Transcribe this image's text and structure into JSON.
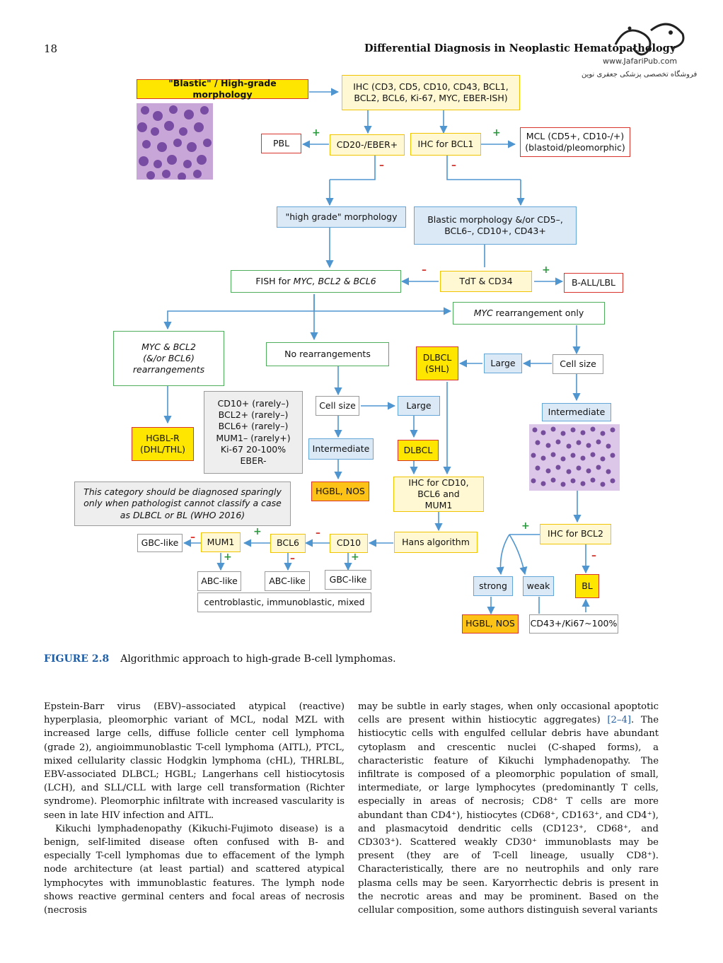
{
  "header": {
    "page_number": "18",
    "running_title": "Differential Diagnosis in Neoplastic Hematopathology",
    "watermark_url": "www.JafariPub.com",
    "watermark_text": "فروشگاه تخصصی پزشکی جعفری نوین"
  },
  "flowchart": {
    "blastic": "\"Blastic\" / High-grade morphology",
    "ihc_panel": "IHC (CD3, CD5, CD10, CD43, BCL1, BCL2, BCL6, Ki-67, MYC, EBER-ISH)",
    "pbl": "PBL",
    "cd20_eber": "CD20-/EBER+",
    "ihc_bcl1": "IHC for BCL1",
    "mcl": "MCL (CD5+, CD10-/+) (blastoid/pleomorphic)",
    "high_grade_morph": "\"high grade\" morphology",
    "blastic_morph": "Blastic morphology &/or CD5–, BCL6–, CD10+, CD43+",
    "fish_prefix": "FISH for ",
    "fish_genes": "MYC, BCL2 & BCL6",
    "tdt": "TdT & CD34",
    "ball": "B-ALL/LBL",
    "myc_only_gene": "MYC",
    "myc_only_rest": " rearrangement only",
    "myc_bcl2": "MYC & BCL2 (&/or BCL6) rearrangements",
    "no_rearr": "No rearrangements",
    "dlbcl_shl": "DLBCL (SHL)",
    "large_right": "Large",
    "cell_size_right": "Cell size",
    "immuno_profile": [
      "CD10+ (rarely–)",
      "BCL2+ (rarely–)",
      "BCL6+ (rarely–)",
      "MUM1– (rarely+)",
      "Ki-67 20-100%",
      "EBER-"
    ],
    "cell_size_mid": "Cell size",
    "large_mid": "Large",
    "intermediate_right": "Intermediate",
    "hgbl_r": "HGBL-R (DHL/THL)",
    "intermediate_mid": "Intermediate",
    "dlbcl": "DLBCL",
    "note": "This category should be diagnosed sparingly only when pathologist cannot classify a case as DLBCL or BL (WHO 2016)",
    "hgbl_nos_mid": "HGBL, NOS",
    "ihc_cd10": "IHC for CD10, BCL6 and MUM1",
    "ihc_bcl2": "IHC for BCL2",
    "gbc_like_left": "GBC-like",
    "mum1": "MUM1",
    "bcl6": "BCL6",
    "cd10": "CD10",
    "hans": "Hans algorithm",
    "strong": "strong",
    "weak": "weak",
    "bl": "BL",
    "abc_like_1": "ABC-like",
    "abc_like_2": "ABC-like",
    "gbc_like_2": "GBC-like",
    "subtypes": "centroblastic, immunoblastic, mixed",
    "hgbl_nos_right": "HGBL, NOS",
    "cd43_ki67": "CD43+/Ki67~100%",
    "plus": "+",
    "minus": "–"
  },
  "caption": {
    "label": "FIGURE 2.8",
    "text": "Algorithmic approach to high-grade B-cell lymphomas."
  },
  "body": {
    "left_p1": "Epstein-Barr virus (EBV)–associated atypical (reactive) hyperplasia, pleomorphic variant of MCL, nodal MZL with increased large cells, diffuse follicle center cell lymphoma (grade 2), angioimmunoblastic T-cell lymphoma (AITL), PTCL, mixed cellularity classic Hodgkin lymphoma (cHL), THRLBL, EBV-associated DLBCL; HGBL; Langerhans cell histiocytosis (LCH), and SLL/CLL with large cell transformation (Richter syndrome). Pleomorphic infiltrate with increased vascularity is seen in late HIV infection and AITL.",
    "left_p2": "Kikuchi lymphadenopathy (Kikuchi-Fujimoto disease) is a benign, self-limited disease often confused with B- and especially T-cell lymphomas due to effacement of the lymph node architecture (at least partial) and scattered atypical lymphocytes with immunoblastic features. The lymph node shows reactive germinal centers and focal areas of necrosis (necrosis",
    "right_p1_a": "may be subtle in early stages, when only occasional apoptotic cells are present within histiocytic aggregates) ",
    "right_ref": "[2–4]",
    "right_p1_b": ". The histiocytic cells with engulfed cellular debris have abundant cytoplasm and crescentic nuclei (C-shaped forms), a characteristic feature of Kikuchi lymphadenopathy. The infiltrate is composed of a pleomorphic population of small, intermediate, or large lymphocytes (predominantly T cells, especially in areas of necrosis; CD8⁺ T cells are more abundant than CD4⁺), histiocytes (CD68⁺, CD163⁺, and CD4⁺), and plasmacytoid dendritic cells (CD123⁺, CD68⁺, and CD303⁺). Scattered weakly CD30⁺ immunoblasts may be present (they are of T-cell lineage, usually CD8⁺). Characteristically, there are no neutrophils and only rare plasma cells may be seen. Karyorrhectic debris is present in the necrotic areas and may be prominent. Based on the cellular composition, some authors distinguish several variants"
  }
}
